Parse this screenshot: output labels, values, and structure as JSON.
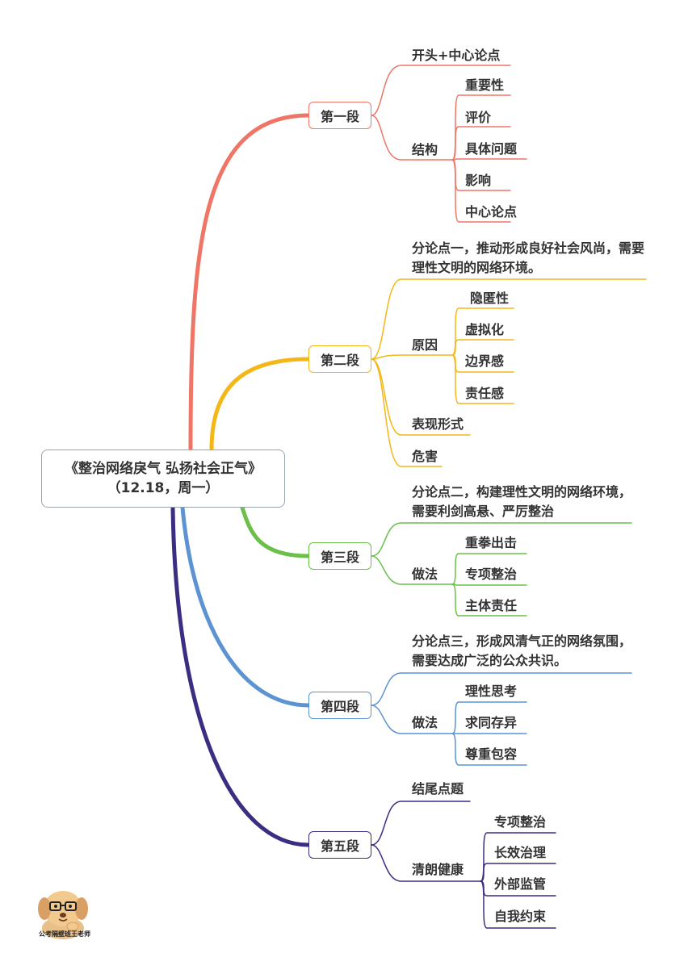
{
  "root": {
    "title": "《整治网络戾气 弘扬社会正气》",
    "subtitle": "（12.18，周一）"
  },
  "sections": [
    {
      "label": "第一段",
      "color": "#ef7566",
      "items": [
        {
          "text": "开头+中心论点"
        },
        {
          "text": "结构",
          "children": [
            "重要性",
            "评价",
            "具体问题",
            "影响",
            "中心论点"
          ]
        }
      ]
    },
    {
      "label": "第二段",
      "color": "#f4b718",
      "items": [
        {
          "text": "分论点一，推动形成良好社会风尚，需要理性文明的网络环境。"
        },
        {
          "text": "原因",
          "children": [
            "隐匿性",
            "虚拟化",
            "边界感",
            "责任感"
          ]
        },
        {
          "text": "表现形式"
        },
        {
          "text": "危害"
        }
      ]
    },
    {
      "label": "第三段",
      "color": "#6cc04a",
      "items": [
        {
          "text": "分论点二，构建理性文明的网络环境，需要利剑高悬、严厉整治"
        },
        {
          "text": "做法",
          "children": [
            "重拳出击",
            "专项整治",
            "主体责任"
          ]
        }
      ]
    },
    {
      "label": "第四段",
      "color": "#5b93d3",
      "items": [
        {
          "text": "分论点三，形成风清气正的网络氛围，需要达成广泛的公众共识。"
        },
        {
          "text": "做法",
          "children": [
            "理性思考",
            "求同存异",
            "尊重包容"
          ]
        }
      ]
    },
    {
      "label": "第五段",
      "color": "#3c2d82",
      "items": [
        {
          "text": "结尾点题"
        },
        {
          "text": "清朗健康",
          "children": [
            "专项整治",
            "长效治理",
            "外部监管",
            "自我约束"
          ]
        }
      ]
    }
  ],
  "watermark": {
    "text": "公考隔壁班王老师"
  }
}
